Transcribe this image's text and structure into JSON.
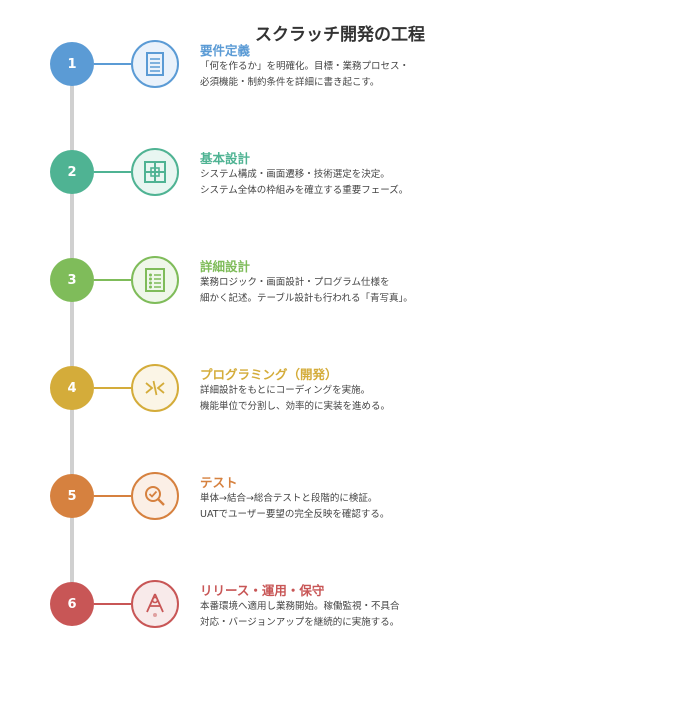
{
  "title": "スクラッチ開発の工程",
  "steps": [
    {
      "number": "1",
      "heading": "要件定義",
      "lines": [
        "「何を作るか」を明確化。目標・業務プロセス・",
        "必須機能・制約条件を詳細に書き起こす。"
      ],
      "color": "#5b9bd5",
      "tint": "#eaf2fb",
      "icon": "document-icon"
    },
    {
      "number": "2",
      "heading": "基本設計",
      "lines": [
        "システム構成・画面遷移・技術選定を決定。",
        "システム全体の枠組みを確立する重要フェーズ。"
      ],
      "color": "#4fb393",
      "tint": "#e8f6f1",
      "icon": "layout-grid-icon"
    },
    {
      "number": "3",
      "heading": "詳細設計",
      "lines": [
        "業務ロジック・画面設計・プログラム仕様を",
        "細かく記述。テーブル設計も行われる「青写真」。"
      ],
      "color": "#7fbc5a",
      "tint": "#eff7ea",
      "icon": "checklist-icon"
    },
    {
      "number": "4",
      "heading": "プログラミング（開発）",
      "lines": [
        "詳細設計をもとにコーディングを実施。",
        "機能単位で分割し、効率的に実装を進める。"
      ],
      "color": "#d4ac3a",
      "tint": "#fbf5e6",
      "icon": "code-icon"
    },
    {
      "number": "5",
      "heading": "テスト",
      "lines": [
        "単体→結合→総合テストと段階的に検証。",
        "UATでユーザー要望の完全反映を確認する。"
      ],
      "color": "#d6813f",
      "tint": "#fbefe6",
      "icon": "magnifier-check-icon"
    },
    {
      "number": "6",
      "heading": "リリース・運用・保守",
      "lines": [
        "本番環境へ適用し業務開始。稼働監視・不具合",
        "対応・バージョンアップを継続的に実施する。"
      ],
      "color": "#c85656",
      "tint": "#f8eaea",
      "icon": "compass-icon"
    }
  ]
}
